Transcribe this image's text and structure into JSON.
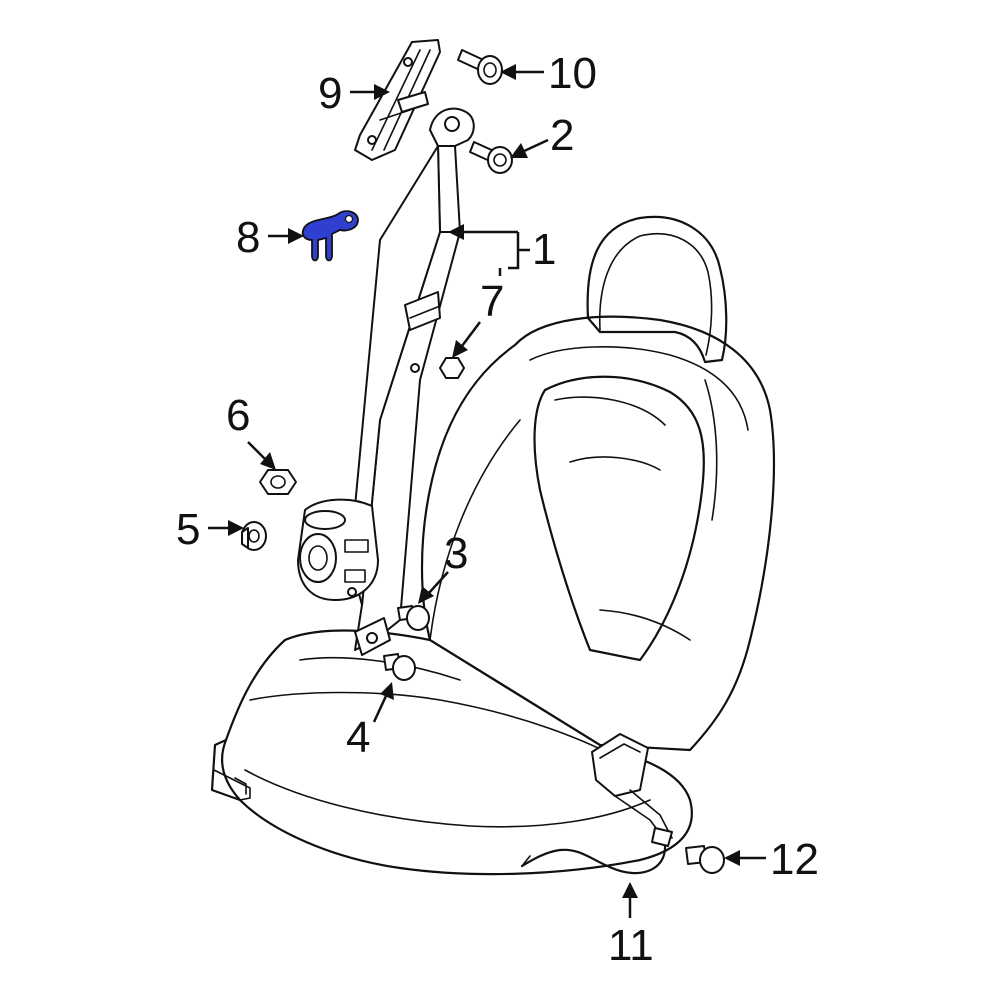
{
  "colors": {
    "line": "#111111",
    "highlight": "#2f3fd0",
    "background": "#ffffff"
  },
  "callouts": {
    "c1": "1",
    "c2": "2",
    "c3": "3",
    "c4": "4",
    "c5": "5",
    "c6": "6",
    "c7": "7",
    "c8": "8",
    "c9": "9",
    "c10": "10",
    "c11": "11",
    "c12": "12"
  },
  "highlighted_part": "8"
}
